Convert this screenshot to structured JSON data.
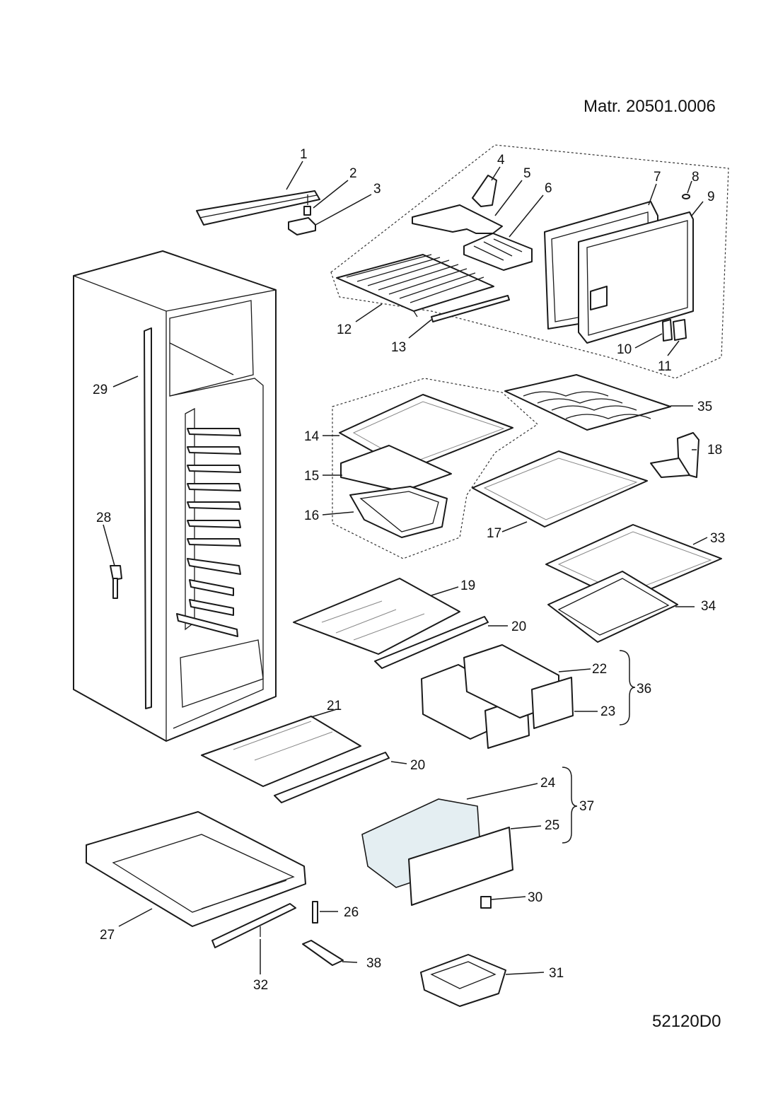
{
  "header": {
    "material_code": "Matr. 20501.0006"
  },
  "footer": {
    "drawing_code": "52120D0"
  },
  "callouts": {
    "c1": "1",
    "c2": "2",
    "c3": "3",
    "c4": "4",
    "c5": "5",
    "c6": "6",
    "c7": "7",
    "c8": "8",
    "c9": "9",
    "c10": "10",
    "c11": "11",
    "c12": "12",
    "c13": "13",
    "c14": "14",
    "c15": "15",
    "c16": "16",
    "c17": "17",
    "c18": "18",
    "c19": "19",
    "c20a": "20",
    "c20b": "20",
    "c21": "21",
    "c22": "22",
    "c23": "23",
    "c24": "24",
    "c25": "25",
    "c26": "26",
    "c27": "27",
    "c28": "28",
    "c29": "29",
    "c30": "30",
    "c31": "31",
    "c32": "32",
    "c33": "33",
    "c34": "34",
    "c35": "35",
    "c36": "36",
    "c37": "37",
    "c38": "38"
  }
}
